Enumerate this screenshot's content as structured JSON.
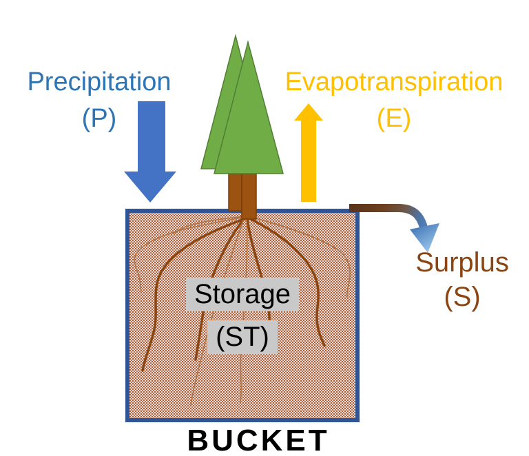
{
  "diagram": {
    "title_caption": "BUCKET",
    "flows": {
      "precipitation": {
        "label": "Precipitation",
        "symbol": "(P)",
        "text_color": "#2E75B6",
        "arrow_color": "#4472C4",
        "arrow_direction": "down"
      },
      "evapotranspiration": {
        "label": "Evapotranspiration",
        "symbol": "(E)",
        "text_color": "#FFC000",
        "arrow_color": "#FFC000",
        "arrow_direction": "up"
      },
      "surplus": {
        "label": "Surplus",
        "symbol": "(S)",
        "text_color": "#8B4513",
        "pipe_gradient": [
          "#59331A",
          "#4E8DCB"
        ],
        "arrow_direction": "down-right out of bucket"
      }
    },
    "storage": {
      "label": "Storage",
      "symbol": "(ST)",
      "highlight_color": "#C9C9C9"
    },
    "bucket": {
      "border_color": "#2F5597",
      "soil_base_color": "#D3DEE9",
      "soil_stipple_color": "#C2591C"
    },
    "tree": {
      "foliage_color": "#70AD47",
      "foliage_outline": "#507E32",
      "trunk_color": "#9C5211",
      "trunk_outline": "#7A3C0A",
      "root_color": "#8C4612"
    }
  }
}
